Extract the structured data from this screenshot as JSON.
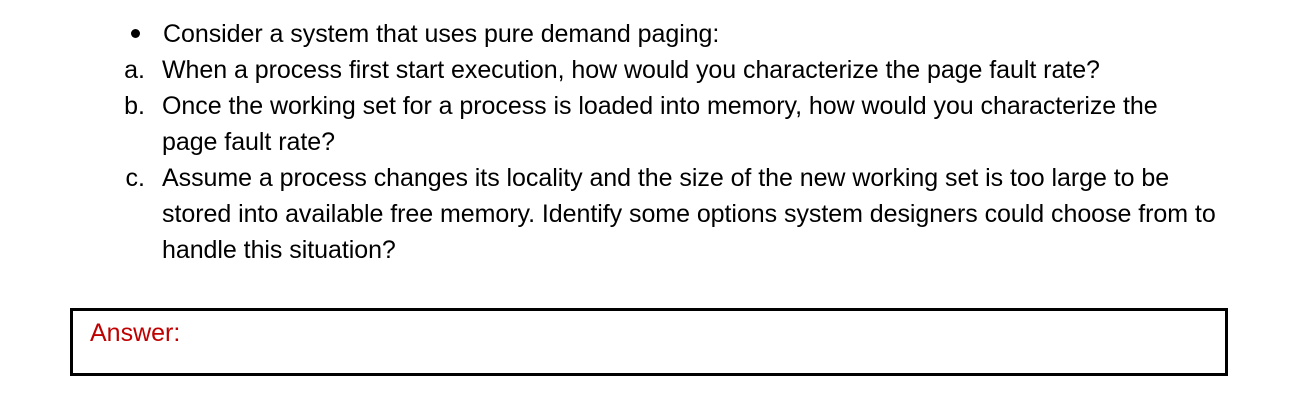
{
  "document": {
    "background_color": "#ffffff",
    "text_color": "#000000"
  },
  "question": {
    "bullet_glyph": "bullet-dot",
    "stem": "Consider a system that uses pure demand paging:",
    "items": [
      {
        "marker": "a.",
        "text": "When a process first start execution, how would you characterize the page fault rate?"
      },
      {
        "marker": "b.",
        "text": "Once the working set for a process is loaded into memory, how would you characterize the page fault rate?"
      },
      {
        "marker": "c.",
        "text": "Assume a process changes its locality and the size of the new working set is too large to be stored into available free memory. Identify some options system designers could choose from to handle this situation?"
      }
    ]
  },
  "answer_area": {
    "label": "Answer:",
    "label_color": "#C00000",
    "border_color": "#000000",
    "value": ""
  }
}
